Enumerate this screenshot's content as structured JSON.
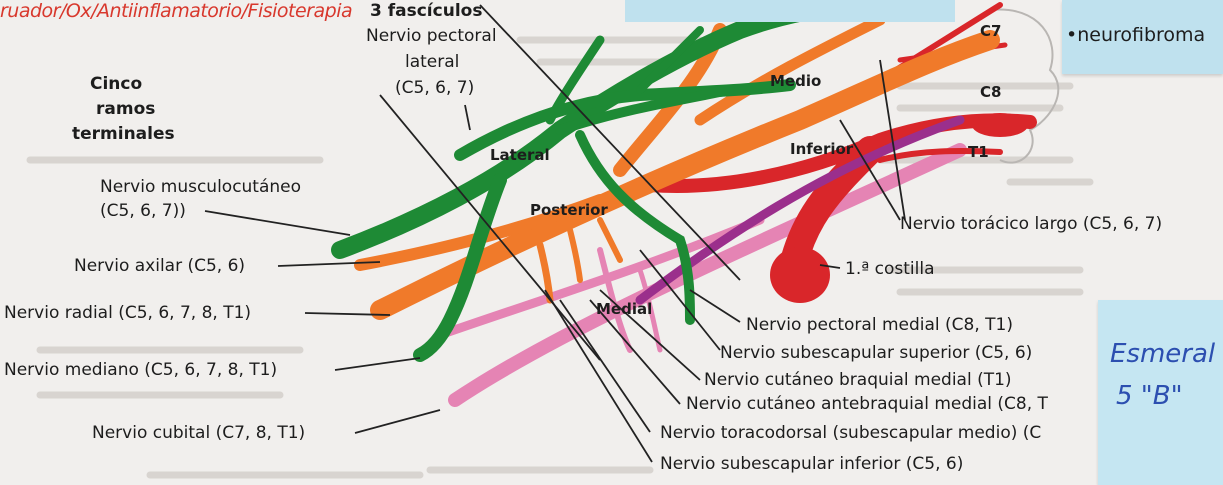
{
  "header": {
    "handwritten_prefix": "ruador/Ox/Antiinflamatorio/Fisioterapia",
    "fasciculos": "3 fascículos"
  },
  "left_titles": {
    "cinco": "Cinco",
    "ramos": "ramos",
    "terminales": "terminales",
    "pectoral_lateral_1": "Nervio pectoral",
    "pectoral_lateral_2": "lateral",
    "pectoral_lateral_3": "(C5, 6, 7)"
  },
  "left_labels": {
    "musculocutaneo_1": "Nervio musculocutáneo",
    "musculocutaneo_2": "(C5, 6, 7))",
    "axilar": "Nervio axilar (C5, 6)",
    "radial": "Nervio radial (C5, 6, 7, 8, T1)",
    "mediano": "Nervio mediano (C5, 6, 7, 8, T1)",
    "cubital": "Nervio cubital (C7, 8, T1)"
  },
  "cord_labels": {
    "medio": "Medio",
    "lateral": "Lateral",
    "posterior": "Posterior",
    "inferior": "Inferior",
    "medial": "Medial",
    "c7": "C7",
    "c8": "C8",
    "t1": "T1"
  },
  "right_labels": {
    "toracico_largo": "Nervio torácico largo (C5, 6, 7)",
    "costilla": "1.ª costilla",
    "pectoral_medial": "Nervio pectoral medial (C8, T1)",
    "subescapular_superior": "Nervio subescapular superior (C5, 6)",
    "cutaneo_braquial": "Nervio cutáneo braquial medial (T1)",
    "cutaneo_antebraquial": "Nervio cutáneo antebraquial medial (C8, T",
    "toracodorsal": "Nervio toracodorsal (subescapular medio) (C",
    "subescapular_inferior": "Nervio subescapular inferior (C5, 6)"
  },
  "notes": {
    "neurofibroma": "•neurofibroma",
    "esmeralda": "Esmeral",
    "grade": "5 \"B\""
  },
  "colors": {
    "green": "#1e8a35",
    "orange": "#f07a2a",
    "red": "#d9262a",
    "pink": "#e584b4",
    "purple": "#9b2f8c",
    "leader": "#222222",
    "note_blue": "#bfe1ee",
    "ink_blue": "#2c4fb0",
    "ink_red": "#d8382d"
  }
}
